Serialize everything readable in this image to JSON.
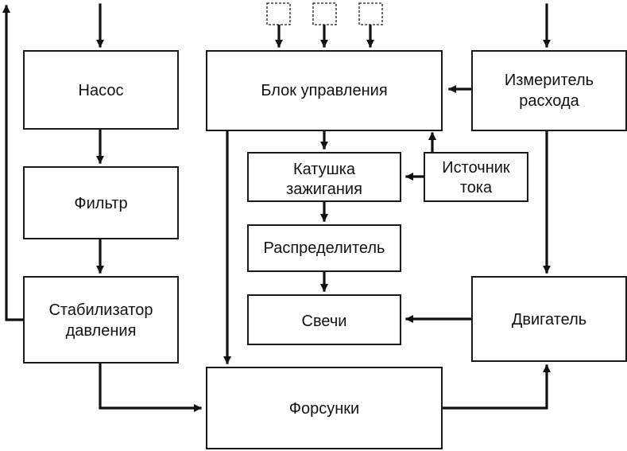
{
  "blocks": {
    "pump": "Насос",
    "filter": "Фильтр",
    "stabilizer": [
      "Стабилизатор",
      "давления"
    ],
    "control_unit": "Блок управления",
    "flow_meter": [
      "Измеритель",
      "расхода"
    ],
    "ignition_coil": [
      "Катушка",
      "зажигания"
    ],
    "power_source": [
      "Источник",
      "тока"
    ],
    "distributor": "Распределитель",
    "spark_plugs": "Свечи",
    "engine": "Двигатель",
    "injectors": "Форсунки"
  }
}
